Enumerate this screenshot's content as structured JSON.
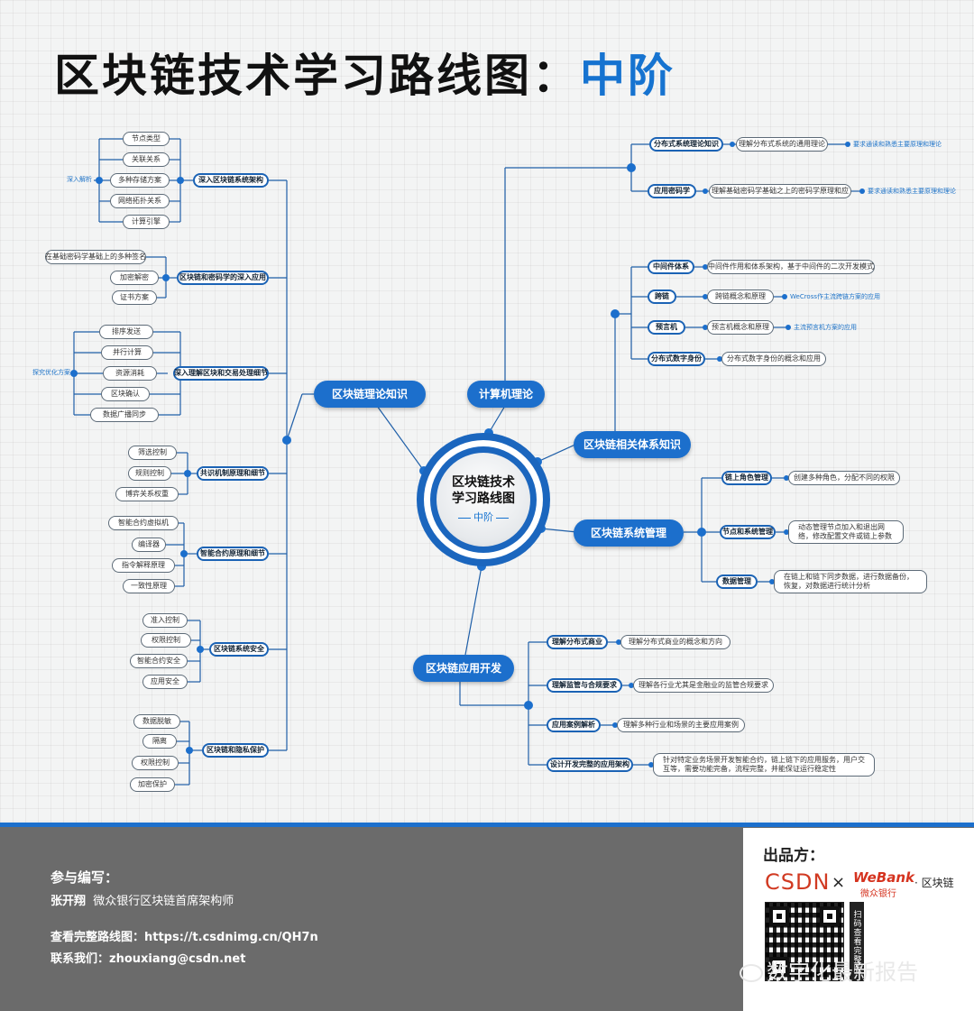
{
  "title": {
    "main": "区块链技术学习路线图：",
    "accent": "中阶"
  },
  "center": {
    "line1": "区块链技术",
    "line2": "学习路线图",
    "line3": "中阶"
  },
  "left": {
    "main": "区块链理论知识",
    "groups": [
      {
        "label": "深入区块链系统架构",
        "leaves": [
          "节点类型",
          "关联关系",
          "多种存储方案",
          "网络拓扑关系",
          "计算引擎"
        ],
        "note": "深入解析"
      },
      {
        "label": "区块链和密码学的深入应用",
        "leaves": [
          "在基础密码学基础上的多种签名",
          "加密解密",
          "证书方案"
        ],
        "note": ""
      },
      {
        "label": "深入理解区块和交易处理细节",
        "leaves": [
          "排序发送",
          "并行计算",
          "资源消耗",
          "区块确认",
          "数据广播同步"
        ],
        "note": "探究优化方案"
      },
      {
        "label": "共识机制原理和细节",
        "leaves": [
          "筛选控制",
          "规则控制",
          "博弈关系权重"
        ],
        "note": ""
      },
      {
        "label": "智能合约原理和细节",
        "leaves": [
          "智能合约虚拟机",
          "编译器",
          "指令解释原理",
          "一致性原理"
        ],
        "note": ""
      },
      {
        "label": "区块链系统安全",
        "leaves": [
          "准入控制",
          "权限控制",
          "智能合约安全",
          "应用安全"
        ],
        "note": ""
      },
      {
        "label": "区块链和隐私保护",
        "leaves": [
          "数据脱敏",
          "隔离",
          "权限控制",
          "加密保护"
        ],
        "note": ""
      }
    ]
  },
  "right": {
    "computer": {
      "main": "计算机理论",
      "items": [
        {
          "label": "分布式系统理论知识",
          "text": "理解分布式系统的通用理论",
          "note": "要求通读和熟悉主要原理和理论"
        },
        {
          "label": "应用密码学",
          "text": "理解基础密码学基础之上的密码学原理和应",
          "note": "要求通读和熟悉主要原理和理论"
        }
      ]
    },
    "related": {
      "main": "区块链相关体系知识",
      "items": [
        {
          "label": "中间件体系",
          "text": "中间件作用和体系架构，基于中间件的二次开发模式",
          "note": ""
        },
        {
          "label": "跨链",
          "text": "跨链概念和原理",
          "note": "WeCross作主流跨链方案的应用"
        },
        {
          "label": "预言机",
          "text": "预言机概念和原理",
          "note": "主流预言机方案的应用"
        },
        {
          "label": "分布式数字身份",
          "text": "分布式数字身份的概念和应用",
          "note": ""
        }
      ]
    },
    "management": {
      "main": "区块链系统管理",
      "items": [
        {
          "label": "链上角色管理",
          "text": "创建多种角色，分配不同的权限"
        },
        {
          "label": "节点和系统管理",
          "text": "动态管理节点加入和退出网络，修改配置文件或链上参数"
        },
        {
          "label": "数据管理",
          "text": "在链上和链下同步数据，进行数据备份，恢复，对数据进行统计分析"
        }
      ]
    },
    "appdev": {
      "main": "区块链应用开发",
      "items": [
        {
          "label": "理解分布式商业",
          "text": "理解分布式商业的概念和方向"
        },
        {
          "label": "理解监管与合规要求",
          "text": "理解各行业尤其是金融业的监管合规要求"
        },
        {
          "label": "应用案例解析",
          "text": "理解多种行业和场景的主要应用案例"
        },
        {
          "label": "设计开发完整的应用架构",
          "text": "针对特定业务场景开发智能合约，链上链下的应用服务，用户交互等，需要功能完备，流程完整，并能保证运行稳定性"
        }
      ]
    }
  },
  "footer": {
    "participants_label": "参与编写：",
    "author_name": "张开翔",
    "author_title": "微众银行区块链首席架构师",
    "full_map": "查看完整路线图：https://t.csdnimg.cn/QH7n",
    "contact": "联系我们：zhouxiang@csdn.net"
  },
  "producer": {
    "label": "出品方：",
    "csdn": "CSDN",
    "times": "×",
    "webank": "WeBank",
    "webank_cn": "微众银行",
    "blockchain": "· 区块链",
    "scan": "扫码查看完整版"
  },
  "watermark": "数字化最新报告",
  "colors": {
    "accent": "#1673d0",
    "node_blue": "#1c6fcc",
    "footer_gray": "#6b6b6b"
  }
}
